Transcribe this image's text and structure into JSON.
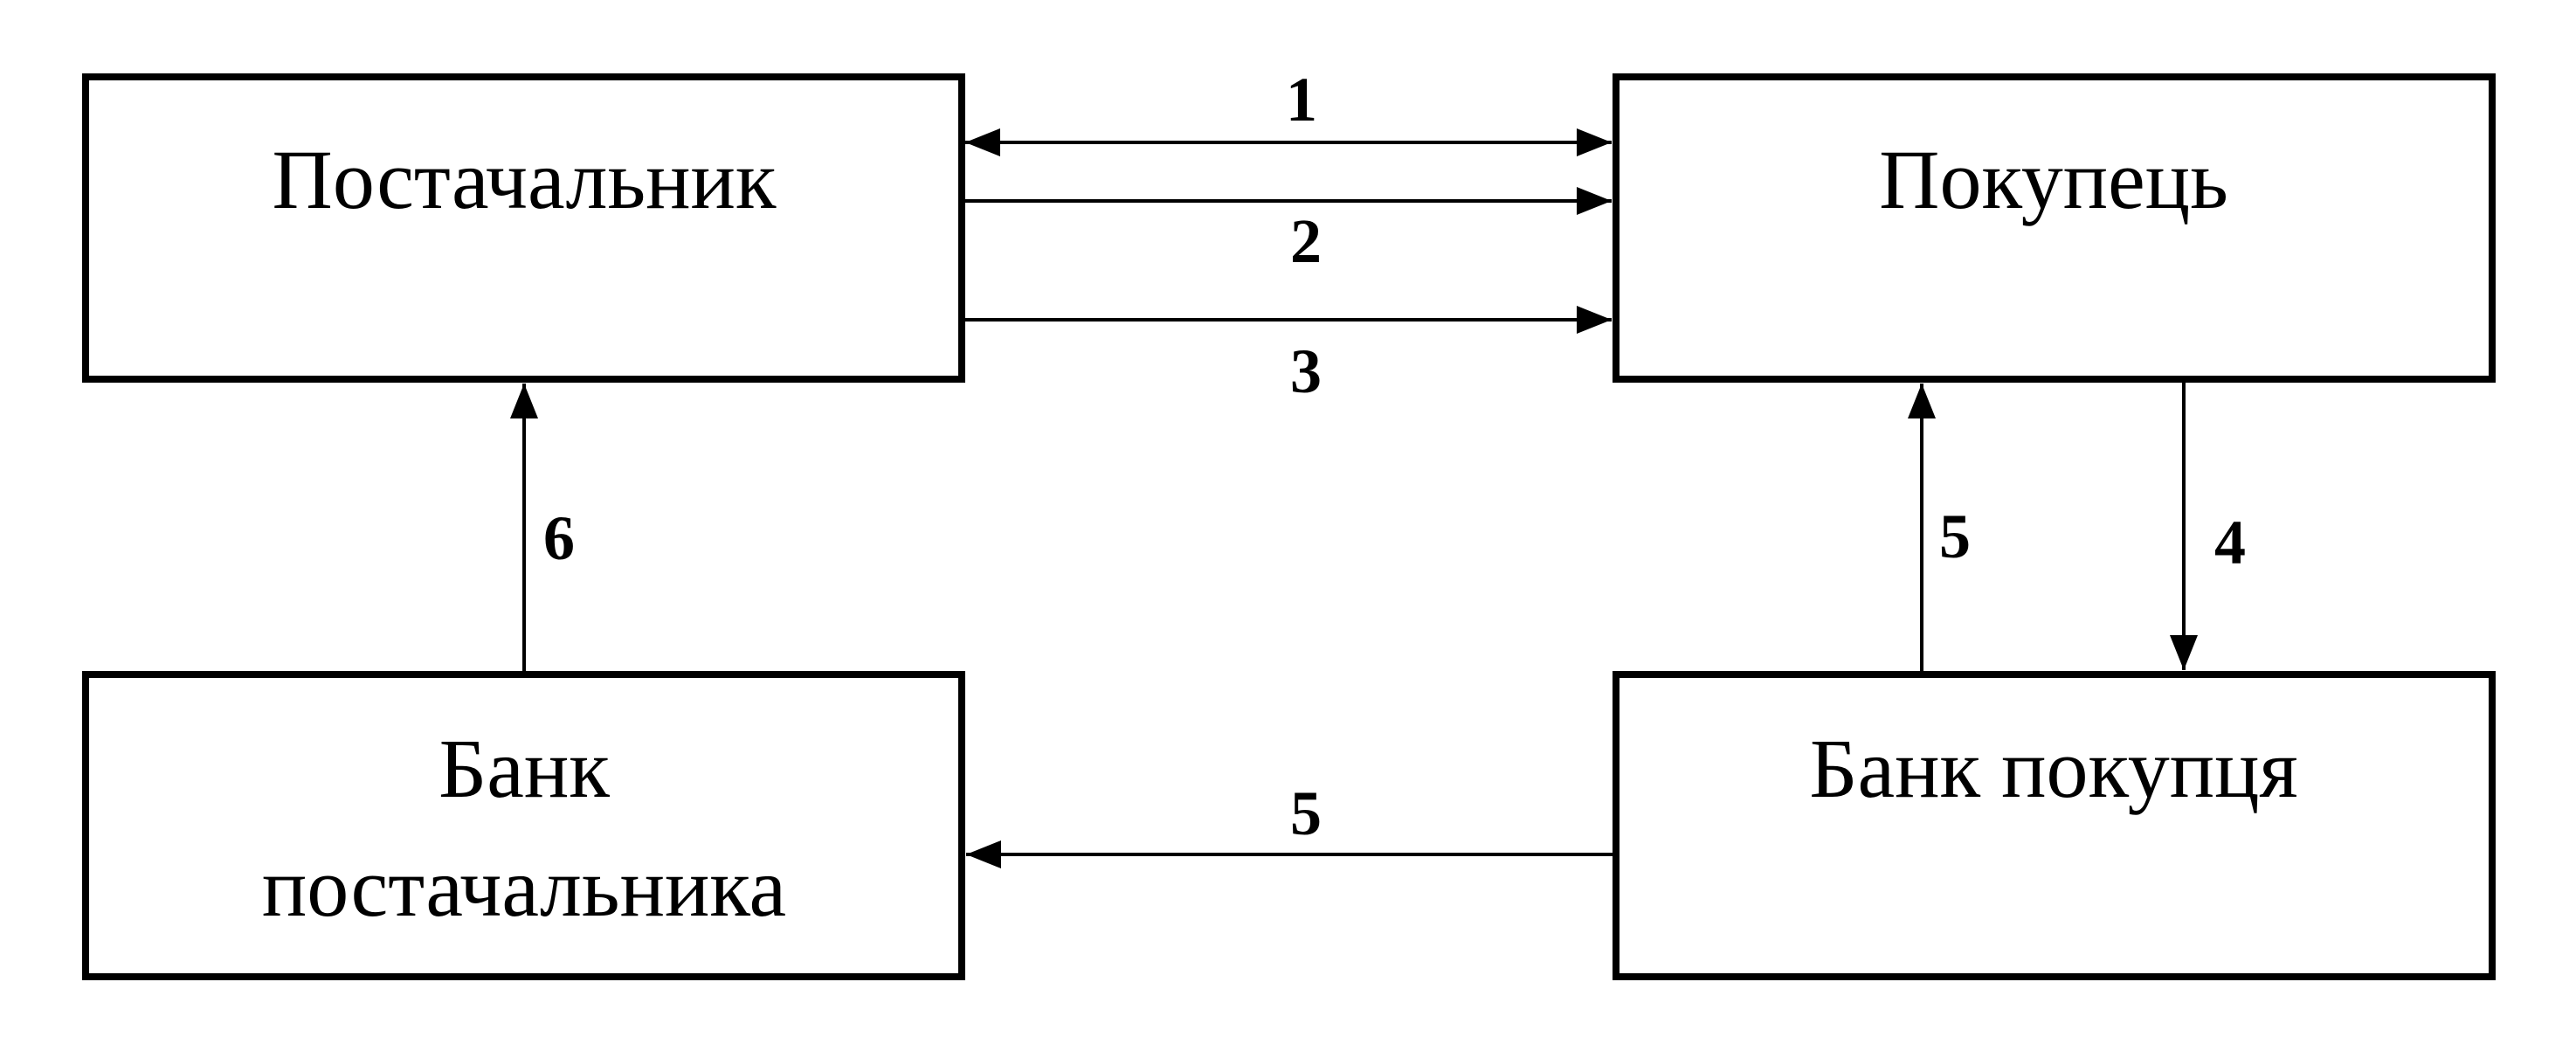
{
  "nodes": {
    "supplier": {
      "label": "Постачальник"
    },
    "buyer": {
      "label": "Покупець"
    },
    "supplier_bank": {
      "label_line1": "Банк",
      "label_line2": "постачальника"
    },
    "buyer_bank": {
      "label": "Банк покупця"
    }
  },
  "edges": [
    {
      "label": "1",
      "from": "supplier",
      "to": "buyer",
      "bidirectional": true
    },
    {
      "label": "2",
      "from": "supplier",
      "to": "buyer",
      "bidirectional": false
    },
    {
      "label": "3",
      "from": "supplier",
      "to": "buyer",
      "bidirectional": false
    },
    {
      "label": "4",
      "from": "buyer",
      "to": "buyer_bank",
      "bidirectional": false
    },
    {
      "label": "5",
      "from": "buyer_bank",
      "to": "buyer",
      "bidirectional": false
    },
    {
      "label": "5",
      "from": "buyer_bank",
      "to": "supplier_bank",
      "bidirectional": false
    },
    {
      "label": "6",
      "from": "supplier_bank",
      "to": "supplier",
      "bidirectional": false
    }
  ]
}
